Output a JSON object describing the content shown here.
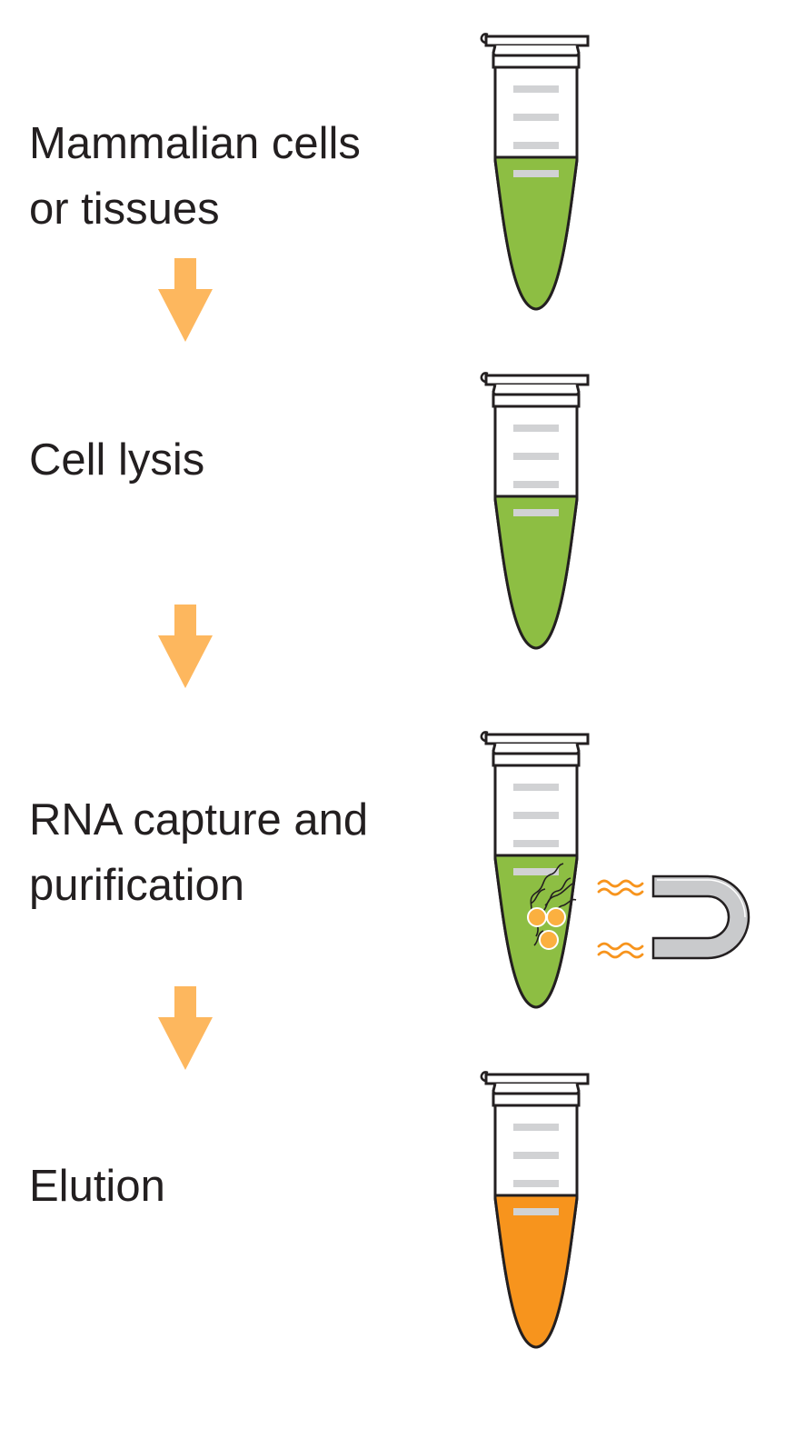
{
  "steps": [
    {
      "label": "Mammalian cells\nor tissues",
      "liquid_color": "#8dbe43"
    },
    {
      "label": "Cell lysis",
      "liquid_color": "#8dbe43"
    },
    {
      "label": "RNA capture and\npurification",
      "liquid_color": "#8dbe43"
    },
    {
      "label": "Elution",
      "liquid_color": "#f7941d"
    }
  ],
  "colors": {
    "arrow": "#fdb75e",
    "outline": "#231f20",
    "graduation": "#d1d2d4",
    "bead": "#fbb040",
    "magnet": "#c9cacc",
    "wave": "#f7941d"
  },
  "icons": [
    "down-arrow-icon",
    "microcentrifuge-tube-icon",
    "magnet-icon",
    "magnetic-bead-icon",
    "magnetic-field-icon"
  ]
}
